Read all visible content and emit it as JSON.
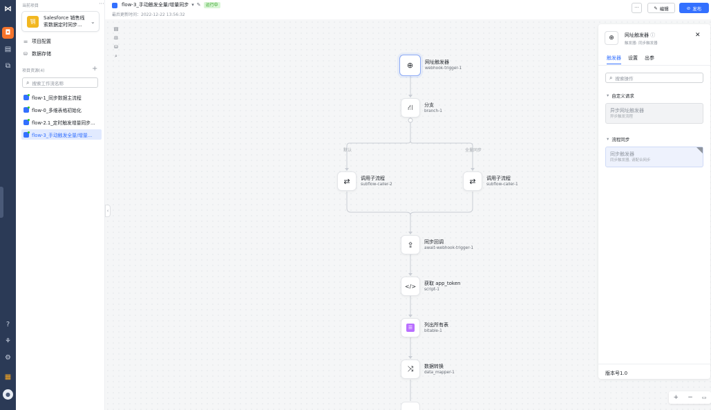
{
  "sidebar": {
    "current_project_label": "当前项目",
    "more_label": "···",
    "project": {
      "icon_char": "销",
      "name": "Salesforce 销售线索数据定时同步..."
    },
    "menu": [
      {
        "icon": "project-config-icon",
        "label": "项目配置"
      },
      {
        "icon": "data-storage-icon",
        "label": "数据存储"
      }
    ],
    "resources_label": "项目资源(4)",
    "add_label": "+",
    "search_placeholder": "搜索工作流名称",
    "flows": [
      {
        "label": "flow-1_同步数据主流程",
        "active": false
      },
      {
        "label": "flow-0_多维表格初始化",
        "active": false
      },
      {
        "label": "flow-2.1_定时触发增量同步...",
        "active": false
      },
      {
        "label": "flow-3_手动触发全量/增量...",
        "active": true
      }
    ]
  },
  "header": {
    "flow_title": "flow-3_手动触发全量/增量同步",
    "status": "运行中",
    "last_modified": "最后更新时间：2022-12-22 13:56:32",
    "more_label": "···",
    "edit_label": "编辑",
    "publish_label": "发布"
  },
  "canvas": {
    "nodes": [
      {
        "id": "webhook",
        "title": "网址触发器",
        "sub": "webhook-trigger-1",
        "icon": "globe-icon"
      },
      {
        "id": "branch",
        "title": "分支",
        "sub": "branch-1",
        "icon": "branch-icon"
      },
      {
        "id": "subflow2",
        "title": "调用子流程",
        "sub": "subflow-caller-2",
        "icon": "subflow-icon"
      },
      {
        "id": "subflow1",
        "title": "调用子流程",
        "sub": "subflow-caller-1",
        "icon": "subflow-icon"
      },
      {
        "id": "await",
        "title": "同步回调",
        "sub": "await-webhook-trigger-1",
        "icon": "callback-icon"
      },
      {
        "id": "script",
        "title": "获取 app_token",
        "sub": "script-1",
        "icon": "code-icon"
      },
      {
        "id": "bitable",
        "title": "列出所有表",
        "sub": "bitable-1",
        "icon": "table-icon"
      },
      {
        "id": "mapper",
        "title": "数据转换",
        "sub": "data_mapper-1",
        "icon": "shuffle-icon"
      }
    ],
    "edge_labels": {
      "left": "默认",
      "right": "全量同步"
    }
  },
  "right_panel": {
    "title": "网址触发器",
    "subtitle": "触发器: 同步触发器",
    "tabs": [
      {
        "label": "触发器",
        "active": true
      },
      {
        "label": "设置",
        "active": false
      },
      {
        "label": "出参",
        "active": false
      }
    ],
    "search_placeholder": "搜索操作",
    "groups": [
      {
        "label": "自定义请求",
        "card_title": "异步网址触发器",
        "card_sub": "异步触发流程"
      },
      {
        "label": "流程同步",
        "card_title": "同步触发器",
        "card_sub": "同步触发器, 请配合网步"
      }
    ],
    "version": "版本号1.0"
  },
  "zoom": {
    "in": "+",
    "out": "−"
  },
  "colors": {
    "accent": "#3370ff",
    "rail": "#2b3a56",
    "running": "#2ea121"
  }
}
